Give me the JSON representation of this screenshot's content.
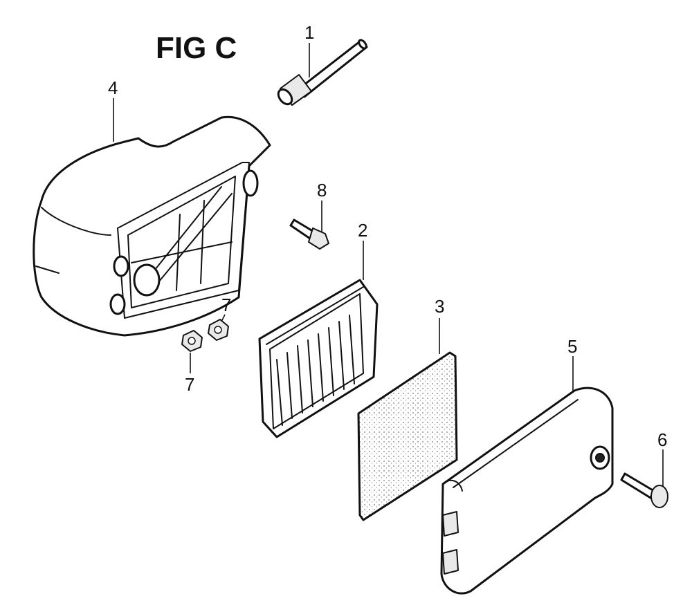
{
  "figure": {
    "title": "FIG C"
  },
  "callouts": {
    "c1": "1",
    "c2": "2",
    "c3": "3",
    "c4": "4",
    "c5": "5",
    "c6": "6",
    "c7a": "7",
    "c7b": "7",
    "c8": "8"
  }
}
